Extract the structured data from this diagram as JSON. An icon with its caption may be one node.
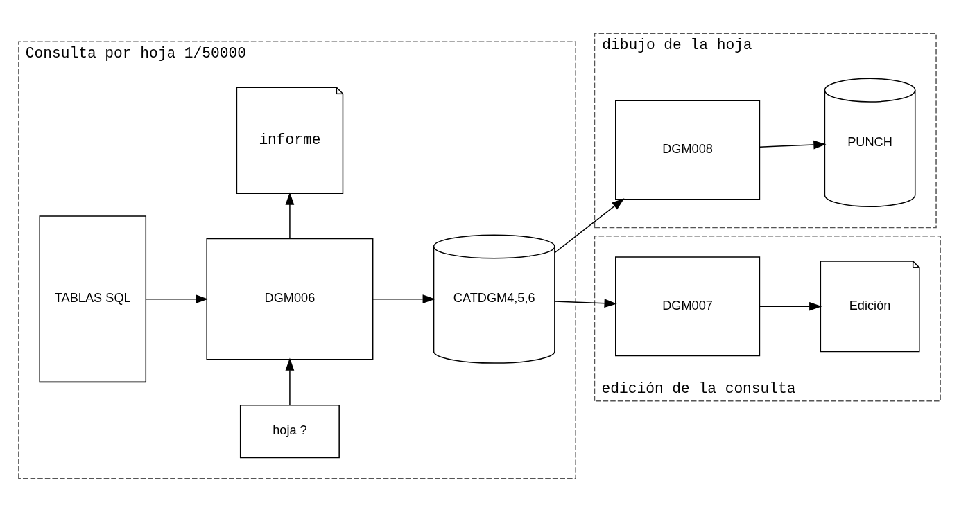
{
  "diagram": {
    "nodes": [
      {
        "text": [
          "Consulta por hoja 1/50000"
        ]
      },
      {
        "text": [
          "TABLAS SQL"
        ],
        "in": 0
      },
      {
        "text": [
          "hoja ?"
        ],
        "in": 0
      },
      {
        "text": [
          "DGM006"
        ],
        "in": 0
      },
      {
        "text": [
          "informe"
        ],
        "in": 0
      },
      {
        "text": [
          "CATDGM4,5,6"
        ],
        "in": 0
      },
      {
        "text": [
          "dibujo de la hoja"
        ]
      },
      {
        "text": [
          "DGM008"
        ],
        "in": 6
      },
      {
        "text": [
          "PUNCH"
        ],
        "in": 6
      },
      {
        "text": [
          "edición de la consulta"
        ]
      },
      {
        "text": [
          "DGM007"
        ],
        "in": 9
      },
      {
        "text": [
          "Edición"
        ],
        "in": 9
      }
    ],
    "edges": [
      {
        "from": 1,
        "to": 3,
        "arrow": "to"
      },
      {
        "from": 2,
        "to": 3,
        "arrow": "to"
      },
      {
        "from": 3,
        "to": 5,
        "arrow": "to"
      },
      {
        "from": 3,
        "to": 4,
        "arrow": "to"
      },
      {
        "from": 5,
        "to": 7,
        "arrow": "to"
      },
      {
        "from": 5,
        "to": 10,
        "arrow": "to"
      },
      {
        "from": 7,
        "to": 8,
        "arrow": "to"
      },
      {
        "from": 10,
        "to": 11,
        "arrow": "to"
      }
    ]
  }
}
